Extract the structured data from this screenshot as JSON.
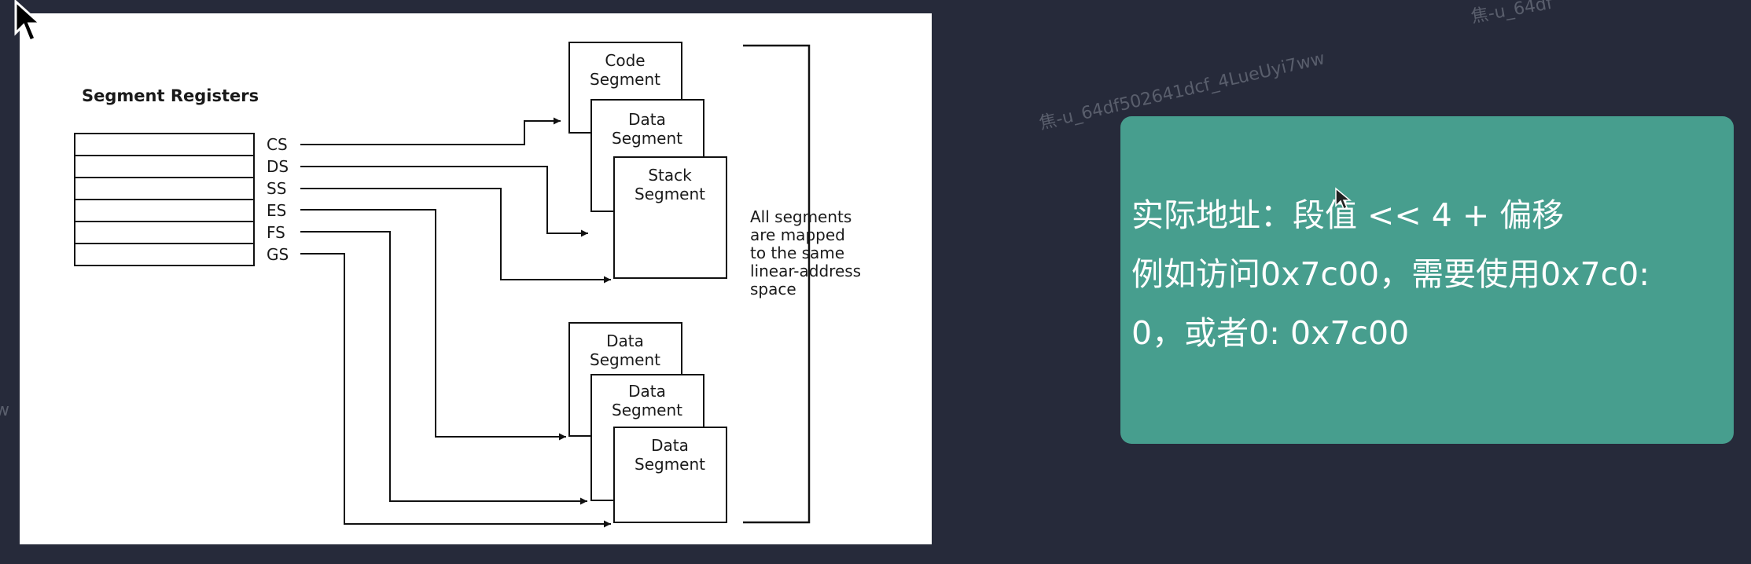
{
  "diagram": {
    "registers_title": "Segment Registers",
    "registers": [
      "CS",
      "DS",
      "SS",
      "ES",
      "FS",
      "GS"
    ],
    "top_segments": [
      {
        "line1": "Code",
        "line2": "Segment"
      },
      {
        "line1": "Data",
        "line2": "Segment"
      },
      {
        "line1": "Stack",
        "line2": "Segment"
      }
    ],
    "bottom_segments": [
      {
        "line1": "Data",
        "line2": "Segment"
      },
      {
        "line1": "Data",
        "line2": "Segment"
      },
      {
        "line1": "Data",
        "line2": "Segment"
      }
    ],
    "mapping_note": [
      "All segments",
      "are mapped",
      "to the same",
      "linear-address",
      "space"
    ]
  },
  "note": {
    "line1": "实际地址：段值 << 4 + 偏移",
    "line2": "例如访问0x7c00，需要使用0x7c0:",
    "line3": "0，或者0: 0x7c00"
  },
  "watermarks": {
    "wm1": "焦-u_64df502641dcf_4LueUyi7ww",
    "wm2": "焦-u_64df",
    "wm3": "ww"
  },
  "colors": {
    "background": "#262a3a",
    "slide": "#ffffff",
    "note_card": "#479e8e"
  }
}
